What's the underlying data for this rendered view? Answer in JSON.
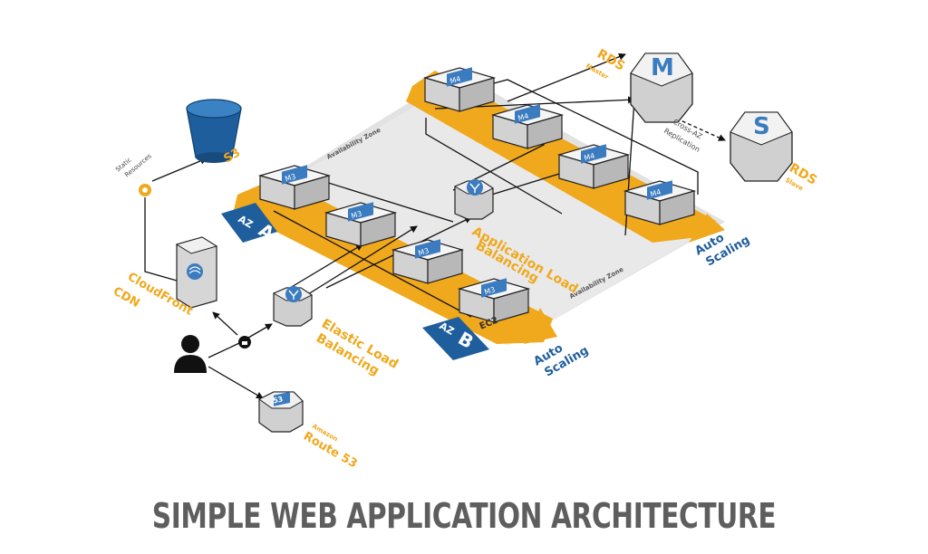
{
  "diagram": {
    "title": "SIMPLE WEB APPLICATION ARCHITECTURE",
    "zones": [
      {
        "name": "Availability Zone",
        "az_tag": "AZ",
        "az_letter": "A"
      },
      {
        "name": "Availability Zone",
        "az_tag": "AZ",
        "az_letter": "B"
      }
    ],
    "instances": {
      "web_tier": [
        "M3",
        "M3",
        "M3",
        "M3"
      ],
      "ec2_tag": "EC2",
      "app_tier": [
        "M4",
        "M4",
        "M4",
        "M4"
      ]
    },
    "services": {
      "s3": {
        "label": "S3"
      },
      "static": {
        "label_line1": "Static",
        "label_line2": "Resources"
      },
      "cloudfront": {
        "label_line1": "CloudFront",
        "label_line2": "CDN"
      },
      "elb": {
        "label_line1": "Elastic Load",
        "label_line2": "Balancing"
      },
      "alb": {
        "label_line1": "Application Load",
        "label_line2": "Balancing"
      },
      "route53": {
        "badge": "53",
        "label_line1": "Amazon",
        "label_line2": "Route 53"
      },
      "rds_master": {
        "letter": "M",
        "label": "RDS",
        "sub": "Master"
      },
      "rds_slave": {
        "letter": "S",
        "label": "RDS",
        "sub": "Slave"
      },
      "replication": {
        "label_line1": "Cross-AZ",
        "label_line2": "Replication"
      }
    },
    "auto_scaling": {
      "label_line1": "Auto",
      "label_line2": "Scaling"
    },
    "colors": {
      "accent_orange": "#f0a81c",
      "brand_blue": "#1f5e9c",
      "tile_blue": "#3b7bbf",
      "zone_gray": "#e2e2e2",
      "title_gray": "#5e5e5e"
    }
  }
}
